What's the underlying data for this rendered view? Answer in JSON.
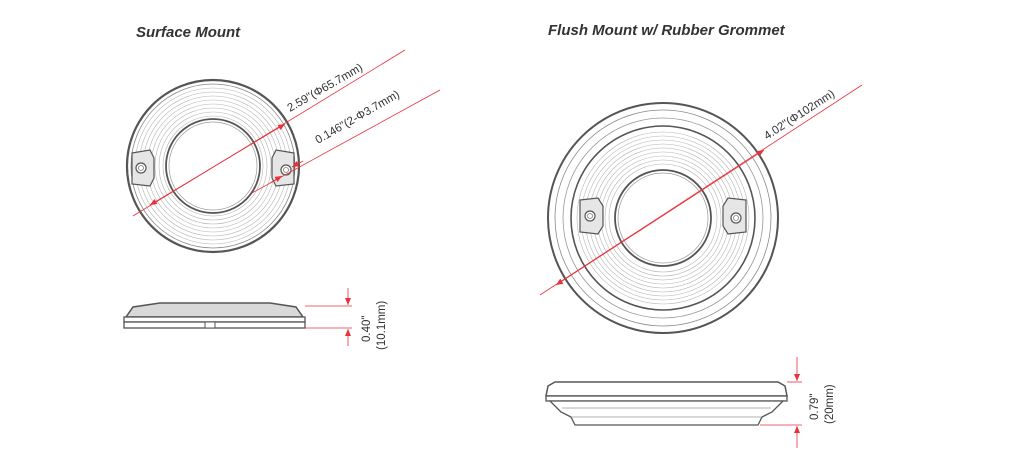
{
  "titles": {
    "surface": "Surface Mount",
    "flush": "Flush Mount w/ Rubber Grommet"
  },
  "dimensions": {
    "surface_diameter": "2.59\"(Φ65.7mm)",
    "surface_hole": "0.146\"(2-Φ3.7mm)",
    "surface_height_in": "0.40\"",
    "surface_height_mm": "(10.1mm)",
    "flush_diameter": "4.02\"(Φ102mm)",
    "flush_height_in": "0.79\"",
    "flush_height_mm": "(20mm)"
  },
  "colors": {
    "outline": "#555555",
    "dimension_line": "#e8313a",
    "text": "#333333"
  }
}
